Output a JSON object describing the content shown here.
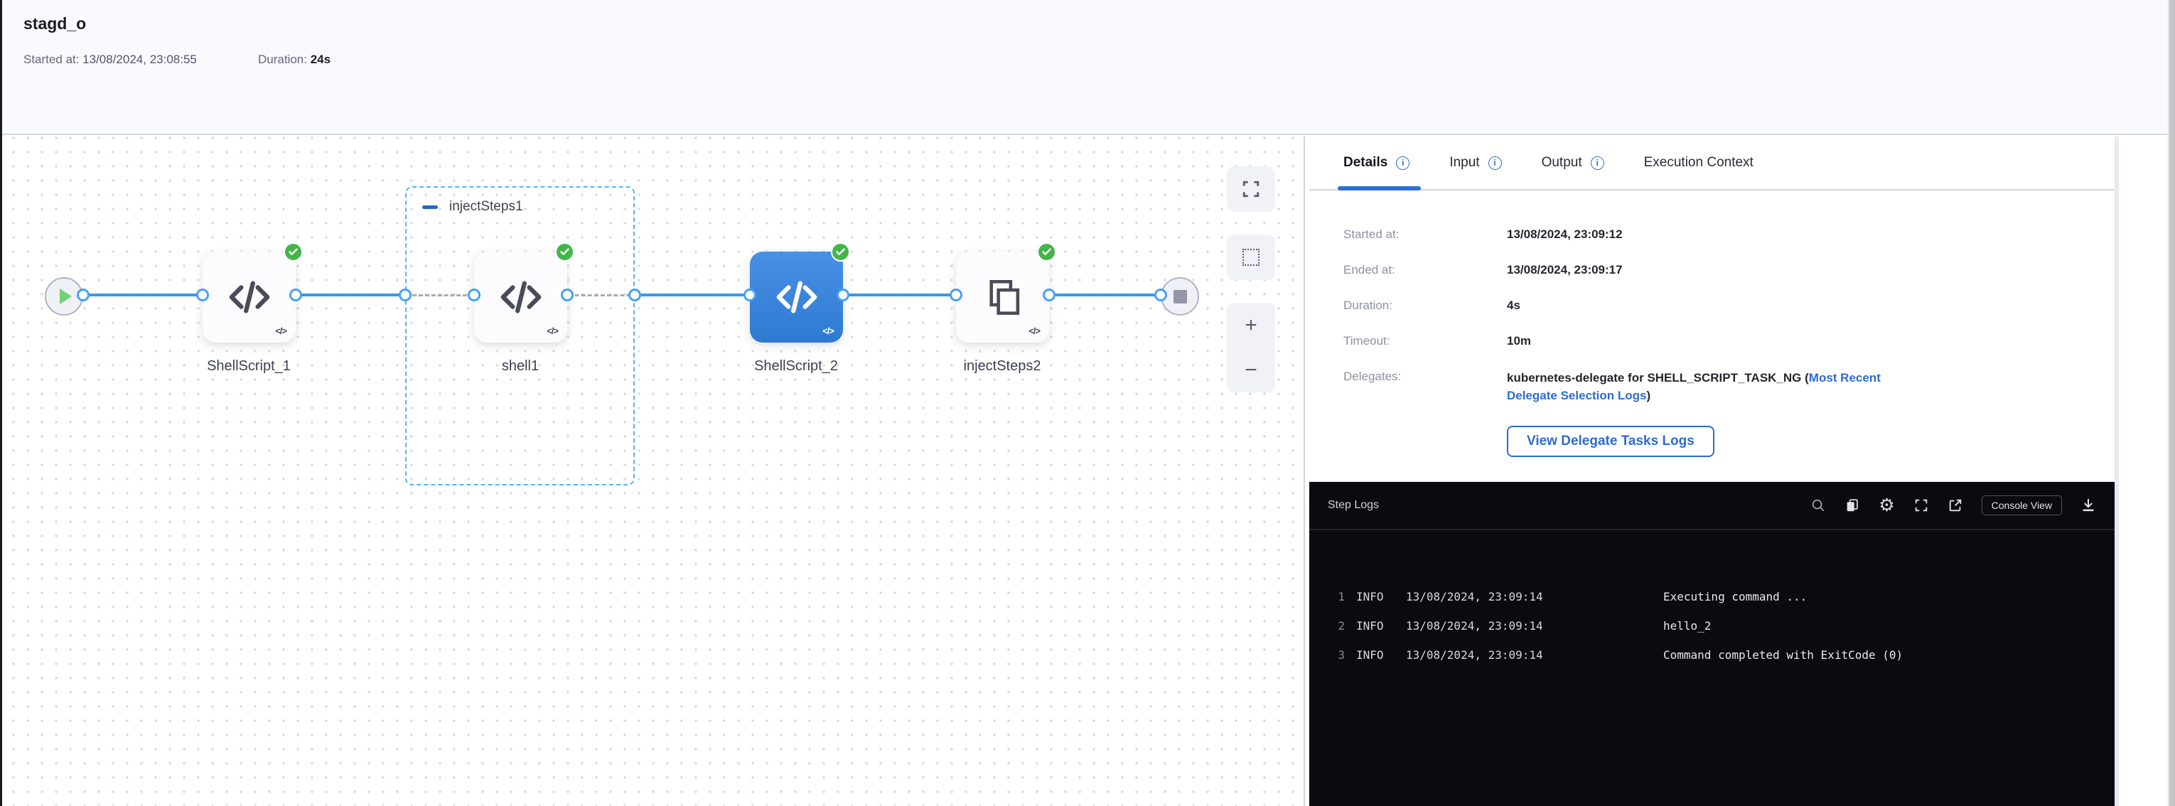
{
  "colors": {
    "accent_blue": "#2e6bd0",
    "connector_blue": "#3a96f0",
    "success_green": "#43b549",
    "selected_node_blue": "#3d87dd",
    "log_panel_bg": "#0a0b0f",
    "group_border_blue": "#57b3f2"
  },
  "header": {
    "title": "stagd_o",
    "started_label": "Started at:",
    "started_value": "13/08/2024, 23:08:55",
    "duration_label": "Duration:",
    "duration_value": "24s"
  },
  "canvas": {
    "group": {
      "label": "injectSteps1"
    },
    "nodes": [
      {
        "label": "ShellScript_1",
        "type": "shell-script",
        "status": "success"
      },
      {
        "label": "shell1",
        "type": "shell-script",
        "status": "success"
      },
      {
        "label": "ShellScript_2",
        "type": "shell-script",
        "status": "success",
        "selected": true
      },
      {
        "label": "injectSteps2",
        "type": "step-group",
        "status": "success"
      }
    ]
  },
  "glyphs": {
    "code_small": "</>",
    "plus": "+",
    "minus": "−",
    "info": "i",
    "gear": "⚙"
  },
  "tabs": {
    "items": [
      {
        "label": "Details",
        "active": true
      },
      {
        "label": "Input"
      },
      {
        "label": "Output"
      },
      {
        "label": "Execution Context"
      }
    ]
  },
  "details": {
    "rows": [
      {
        "label": "Started at:",
        "value": "13/08/2024, 23:09:12"
      },
      {
        "label": "Ended at:",
        "value": "13/08/2024, 23:09:17"
      },
      {
        "label": "Duration:",
        "value": "4s"
      },
      {
        "label": "Timeout:",
        "value": "10m"
      }
    ],
    "delegates_label": "Delegates:",
    "delegates_text": "kubernetes-delegate for SHELL_SCRIPT_TASK_NG (",
    "delegates_link": "Most Recent Delegate Selection Logs",
    "delegates_suffix": ")",
    "view_logs_button": "View Delegate Tasks Logs"
  },
  "step_logs": {
    "title": "Step Logs",
    "console_view_button": "Console View",
    "lines": [
      {
        "num": "1",
        "level": "INFO",
        "time": "13/08/2024, 23:09:14",
        "message": "Executing command ..."
      },
      {
        "num": "2",
        "level": "INFO",
        "time": "13/08/2024, 23:09:14",
        "message": "hello_2"
      },
      {
        "num": "3",
        "level": "INFO",
        "time": "13/08/2024, 23:09:14",
        "message": "Command completed with ExitCode (0)"
      }
    ]
  }
}
